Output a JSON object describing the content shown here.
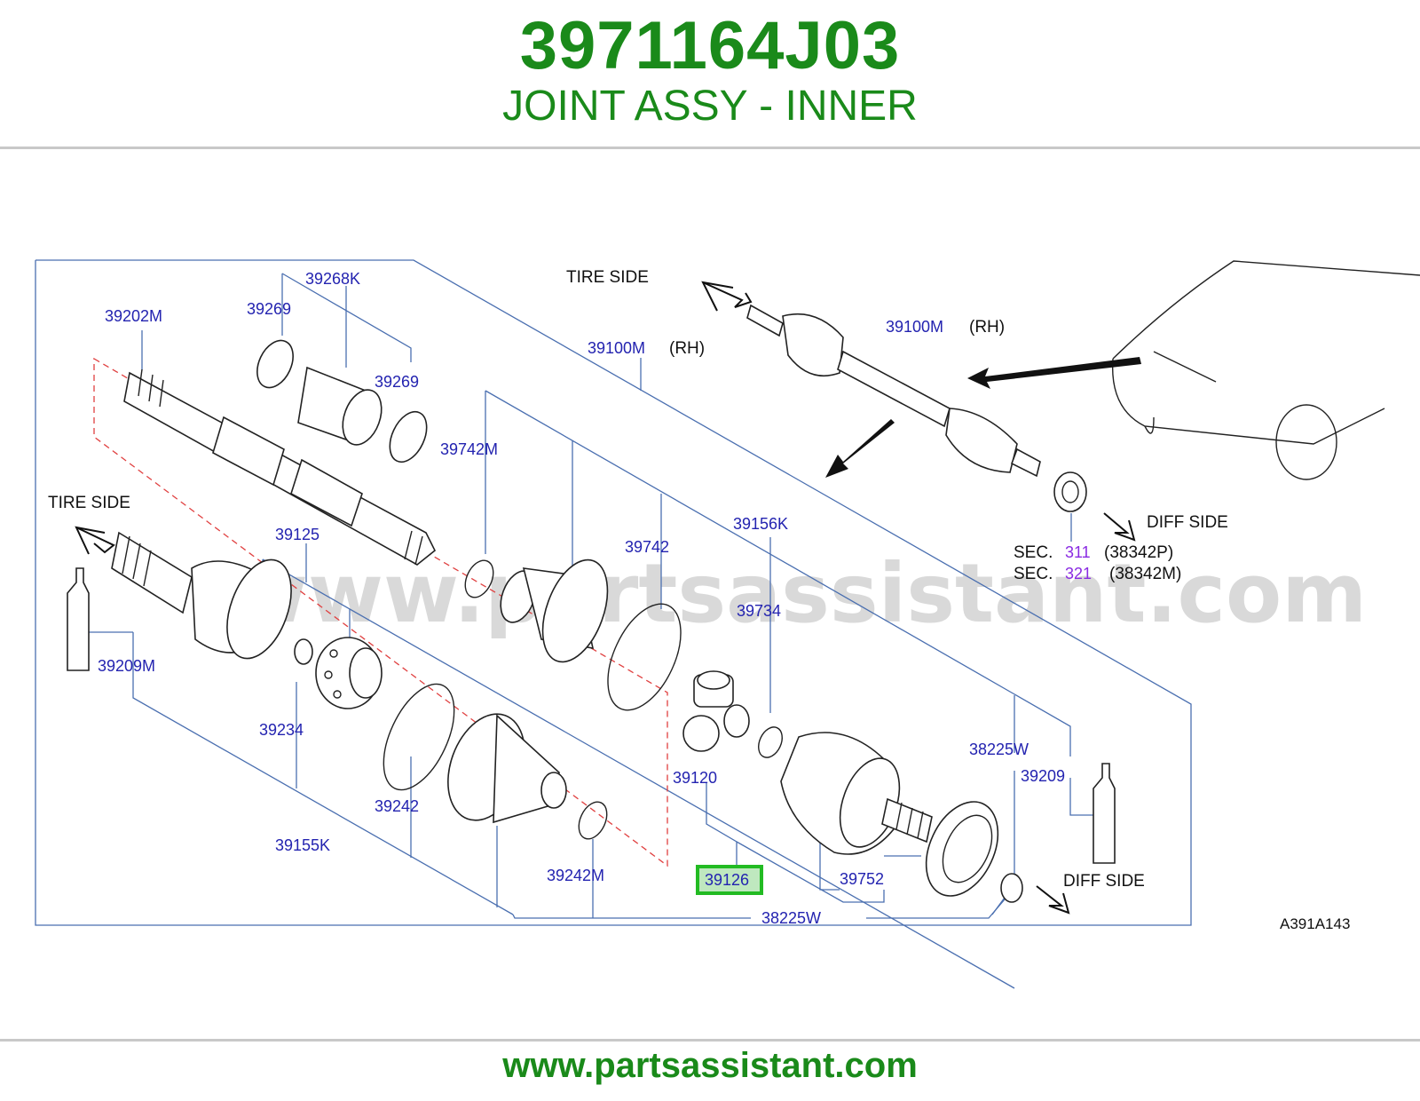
{
  "header": {
    "part_number": "3971164J03",
    "part_name": "JOINT ASSY - INNER"
  },
  "footer": {
    "url": "www.partsassistant.com"
  },
  "diagram": {
    "watermark": "www.partsassistant.com",
    "ref_code": "A391A143",
    "highlight_color": "#22bb22",
    "directions": {
      "tire_side_top": "TIRE  SIDE",
      "tire_side_left": "TIRE  SIDE",
      "diff_side_right": "DIFF  SIDE",
      "diff_side_bottom": "DIFF  SIDE",
      "rh_1": "(RH)",
      "rh_2": "(RH)"
    },
    "sections": [
      {
        "sec": "SEC.",
        "num": "311",
        "code": "(38342P)"
      },
      {
        "sec": "SEC.",
        "num": "321",
        "code": "(38342M)"
      }
    ],
    "labels": {
      "p39268K": "39268K",
      "p39269a": "39269",
      "p39269b": "39269",
      "p39202M": "39202M",
      "p39100M_main": "39100M",
      "p39100M_inset": "39100M",
      "p39742M": "39742M",
      "p39742": "39742",
      "p39156K": "39156K",
      "p39125": "39125",
      "p39734": "39734",
      "p39209M": "39209M",
      "p39234": "39234",
      "p39120": "39120",
      "p38225W_r": "38225W",
      "p39209": "39209",
      "p39242": "39242",
      "p39155K": "39155K",
      "p39242M": "39242M",
      "p39126": "39126",
      "p39752": "39752",
      "p38225W_b": "38225W"
    }
  }
}
